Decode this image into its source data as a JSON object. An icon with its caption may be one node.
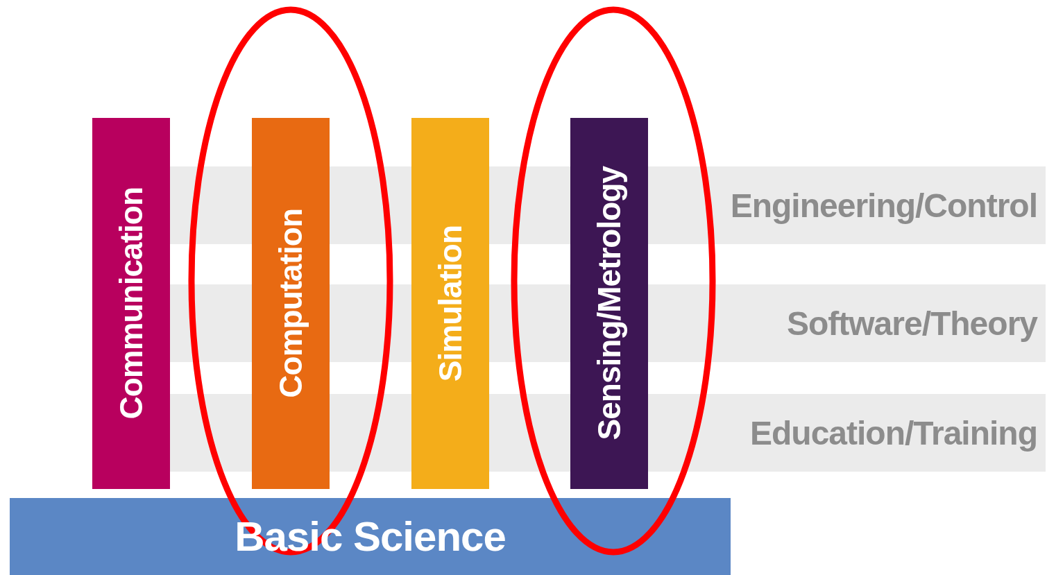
{
  "diagram": {
    "nodes": [
      {
        "text": [
          "Communication"
        ]
      },
      {
        "text": [
          "Computation"
        ]
      },
      {
        "text": [
          "Simulation"
        ]
      },
      {
        "text": [
          "Sensing/Metrology"
        ]
      },
      {
        "text": [
          "Engineering/Control"
        ]
      },
      {
        "text": [
          "Software/Theory"
        ]
      },
      {
        "text": [
          "Education/Training"
        ]
      },
      {
        "text": [
          "Basic Science"
        ]
      }
    ],
    "edges": []
  }
}
